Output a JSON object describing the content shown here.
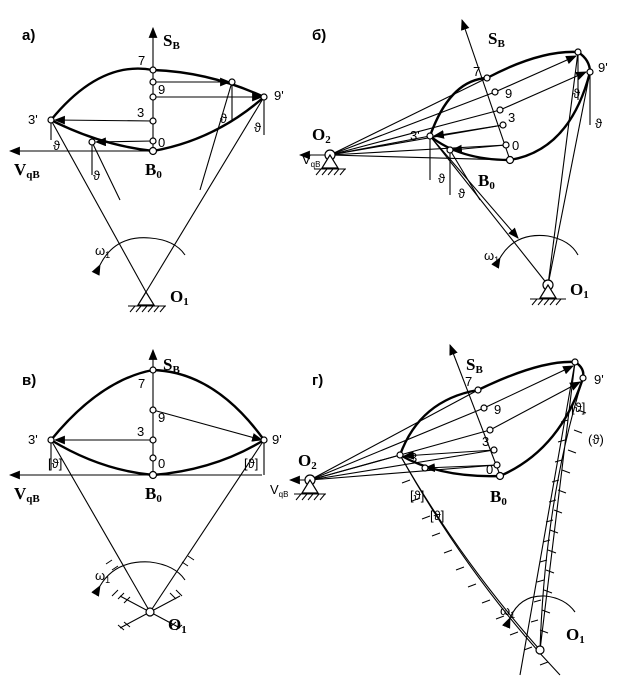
{
  "panels": [
    {
      "id": "a",
      "label": "а)",
      "s_b": "S",
      "s_b_sub": "B",
      "p7": "7",
      "p9": "9",
      "p3": "3",
      "p0": "0",
      "p3p": "3'",
      "p9p": "9'",
      "v": "V",
      "v_sub": "qB",
      "b0": "B",
      "b0_sub": "0",
      "omega": "ω",
      "omega_sub": "1",
      "o1": "O",
      "o1_sub": "1",
      "theta": "ϑ"
    },
    {
      "id": "b",
      "label": "б)",
      "s_b": "S",
      "s_b_sub": "B",
      "p7": "7",
      "p9": "9",
      "p3": "3",
      "p0": "0",
      "p3p": "3'",
      "p9p": "9'",
      "o2": "O",
      "o2_sub": "2",
      "v": "V",
      "v_sub": "qB",
      "b0": "B",
      "b0_sub": "0",
      "omega": "ω",
      "omega_sub": "1",
      "o1": "O",
      "o1_sub": "1",
      "theta": "ϑ"
    },
    {
      "id": "v",
      "label": "в)",
      "s_b": "S",
      "s_b_sub": "B",
      "p7": "7",
      "p9": "9",
      "p3": "3",
      "p0": "0",
      "p3p": "3'",
      "p9p": "9'",
      "v": "V",
      "v_sub": "qB",
      "b0": "B",
      "b0_sub": "0",
      "omega": "ω",
      "omega_sub": "1",
      "o1": "O",
      "o1_sub": "1",
      "theta_bracket": "[ϑ]"
    },
    {
      "id": "g",
      "label": "г)",
      "s_b": "S",
      "s_b_sub": "B",
      "p7": "7",
      "p9": "9",
      "p3": "3",
      "p0": "0",
      "p3p": "3",
      "p9p": "9'",
      "o2": "O",
      "o2_sub": "2",
      "v": "V",
      "v_sub": "qB",
      "b0": "B",
      "b0_sub": "0",
      "omega": "ω",
      "omega_sub": "1",
      "o1": "O",
      "o1_sub": "1",
      "theta_bracket": "[ϑ]",
      "theta_paren": "(ϑ)"
    }
  ]
}
